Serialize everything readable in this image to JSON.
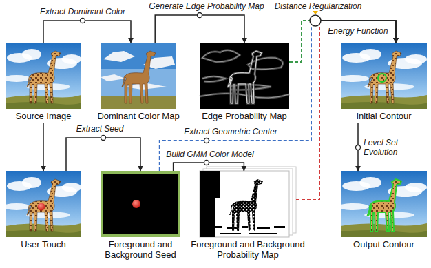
{
  "diagram": {
    "nodes": [
      {
        "text": [
          "Source Image"
        ]
      },
      {
        "text": [
          "Dominant Color Map"
        ]
      },
      {
        "text": [
          "Edge Probability Map"
        ]
      },
      {
        "text": [
          "Initial Contour"
        ]
      },
      {
        "text": [
          "User Touch"
        ]
      },
      {
        "text": [
          "Foreground and Background Seed"
        ]
      },
      {
        "text": [
          "Foreground and Background Probability Map"
        ]
      },
      {
        "text": [
          "Output Contour"
        ]
      }
    ],
    "edges": [
      {
        "from": 0,
        "to": 1,
        "label": "Extract Dominant Color",
        "arrow": "to"
      },
      {
        "from": 1,
        "to": 2,
        "label": "Generate Edge Probability Map",
        "arrow": "to"
      },
      {
        "from": 2,
        "to": 3,
        "arrow": "to"
      },
      {
        "from": 5,
        "to": 3,
        "label": "Extract Geometric Center",
        "arrow": "to"
      },
      {
        "from": 6,
        "to": 3,
        "arrow": "to"
      },
      {
        "from": 0,
        "to": 4,
        "arrow": "to"
      },
      {
        "from": 4,
        "to": 5,
        "label": "Extract Seed",
        "arrow": "to"
      },
      {
        "from": 5,
        "to": 6,
        "label": "Build GMM Color Model",
        "arrow": "to"
      },
      {
        "from": 3,
        "to": 7,
        "label": "Level Set Evolution",
        "arrow": "to"
      }
    ],
    "labels": [
      "Distance Regularization",
      "Energy Function"
    ]
  }
}
